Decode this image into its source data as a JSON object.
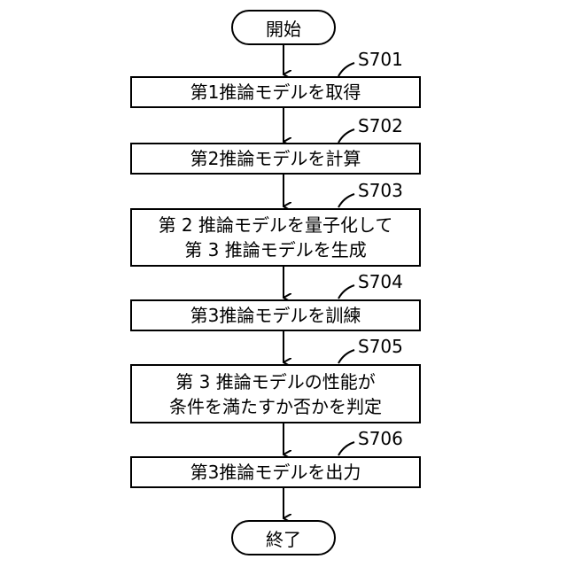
{
  "start_label": "開始",
  "end_label": "終了",
  "steps": [
    {
      "id": "S701",
      "lines": [
        "第1推論モデルを取得"
      ]
    },
    {
      "id": "S702",
      "lines": [
        "第2推論モデルを計算"
      ]
    },
    {
      "id": "S703",
      "lines": [
        "第 2 推論モデルを量子化して",
        "第 3 推論モデルを生成"
      ]
    },
    {
      "id": "S704",
      "lines": [
        "第3推論モデルを訓練"
      ]
    },
    {
      "id": "S705",
      "lines": [
        "第 3 推論モデルの性能が",
        "条件を満たすか否かを判定"
      ]
    },
    {
      "id": "S706",
      "lines": [
        "第3推論モデルを出力"
      ]
    }
  ]
}
